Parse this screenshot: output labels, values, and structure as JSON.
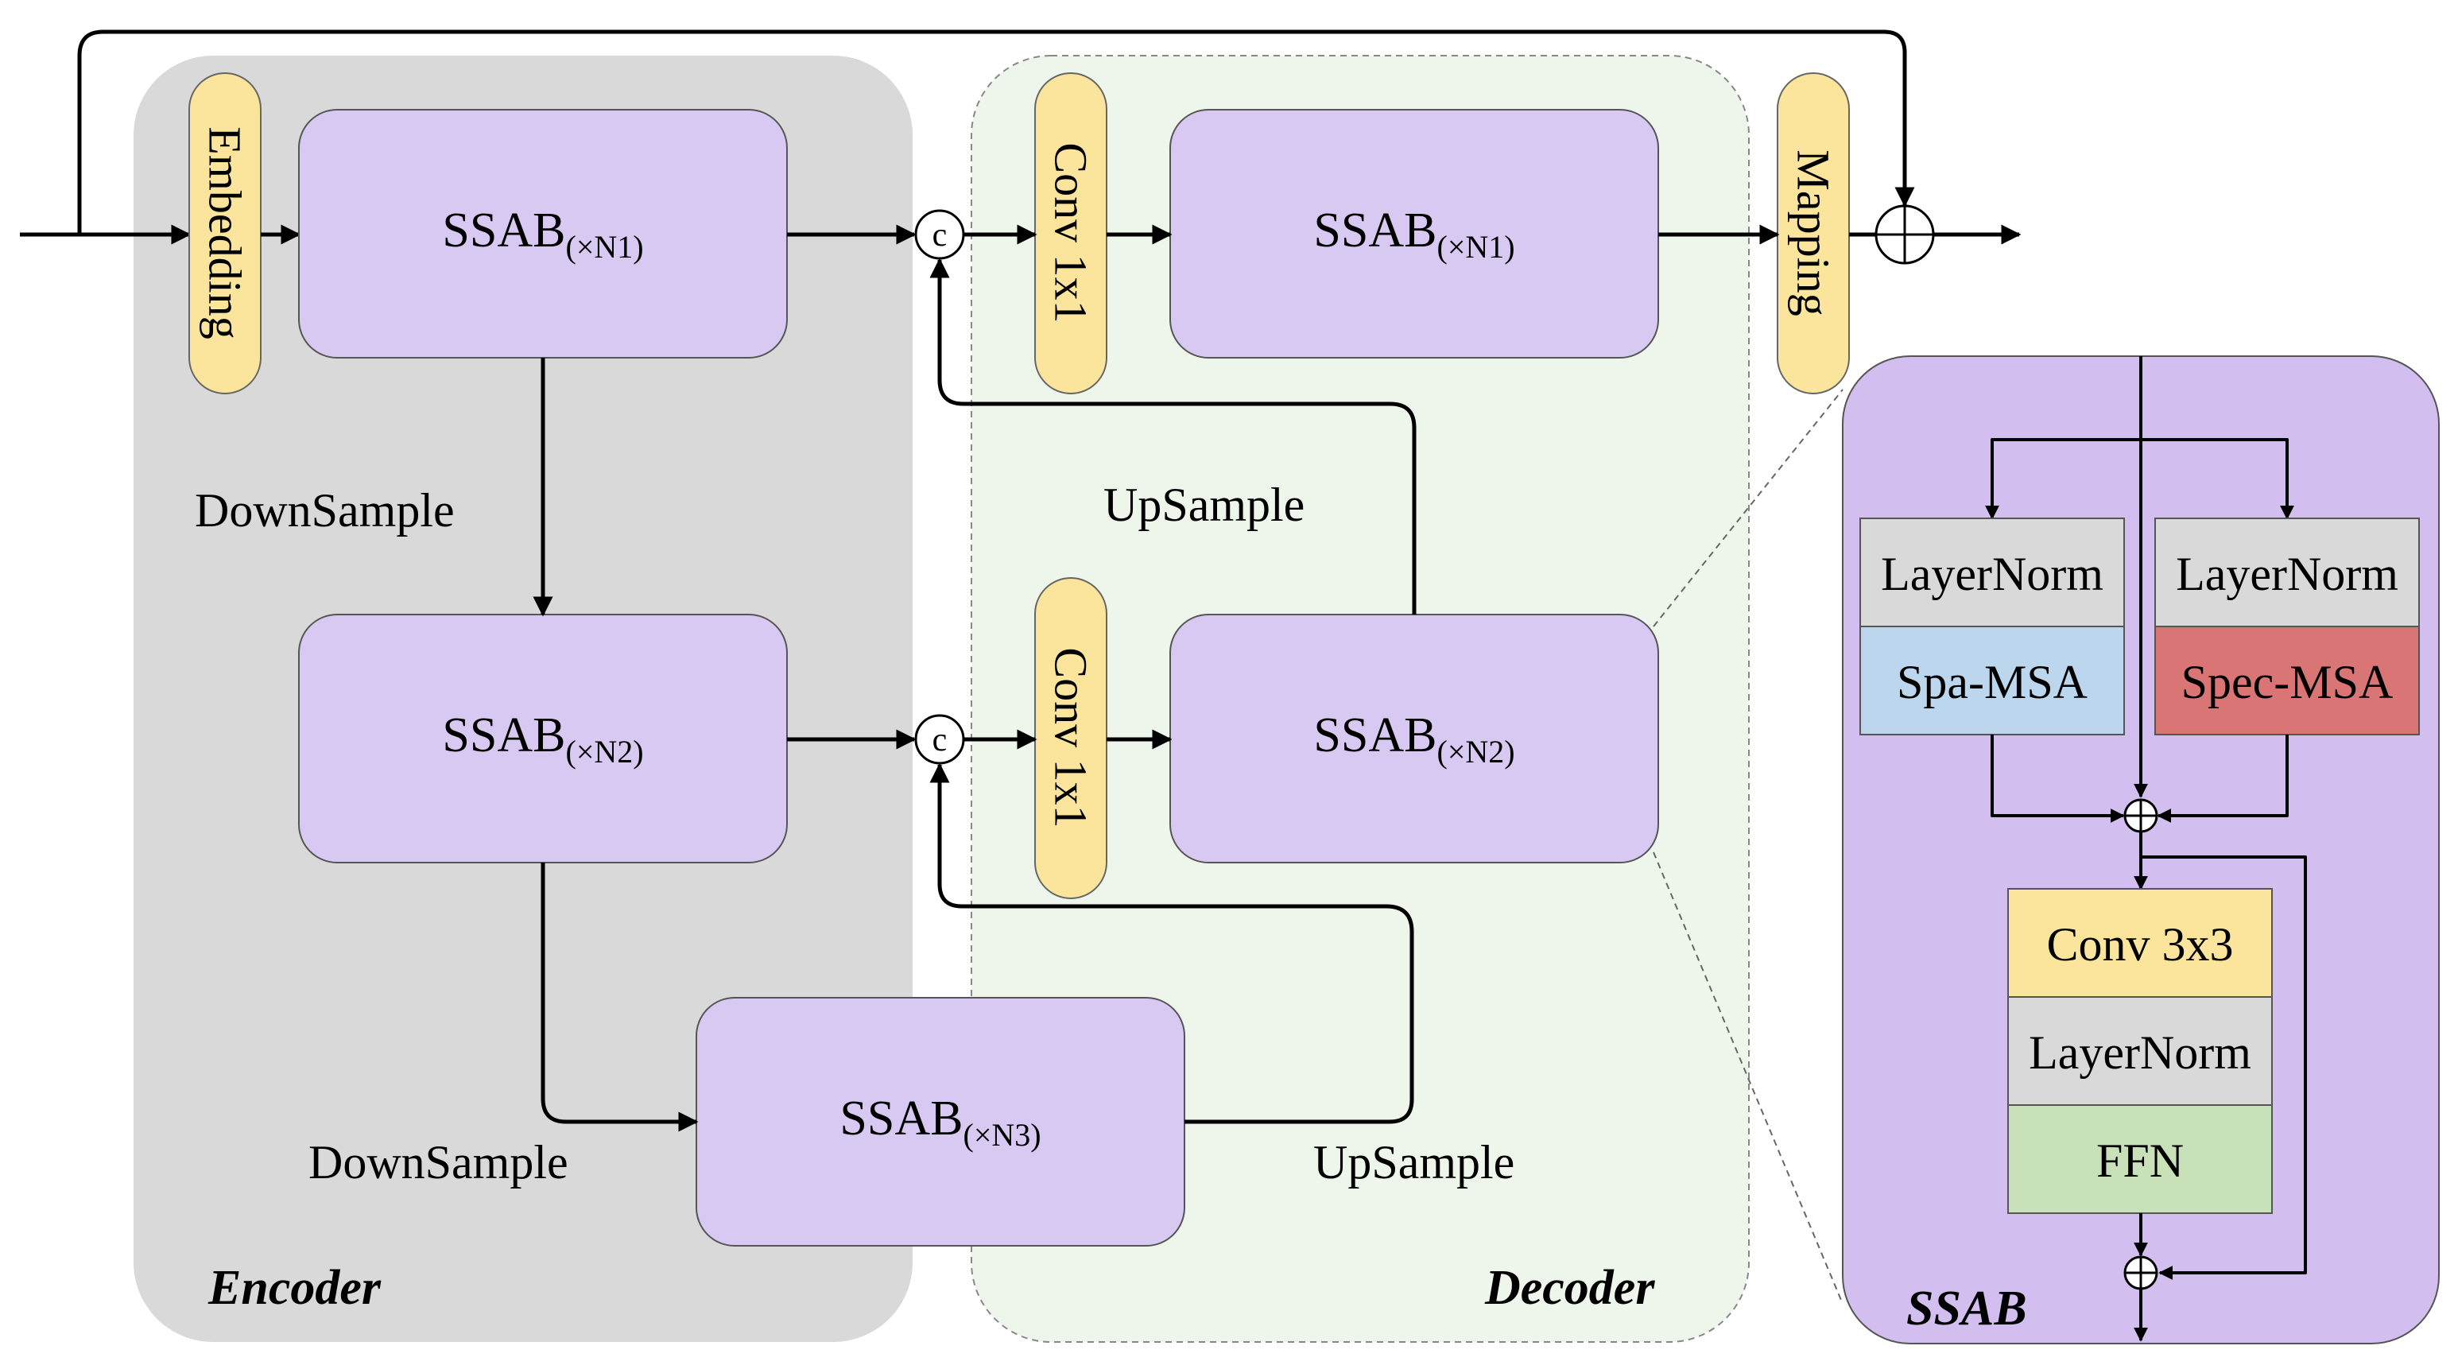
{
  "colors": {
    "encoder_bg": "#d9d9d9",
    "decoder_bg": "#eef5ea",
    "ssab_fill": "#d8c9f2",
    "ssab_panel": "#d2bff0",
    "pill_fill": "#fbe49b",
    "layernorm_fill": "#d9d9d9",
    "spa_msa_fill": "#bcd6ee",
    "spec_msa_fill": "#d97575",
    "conv_fill": "#fbe49b",
    "ffn_fill": "#c8e1b8"
  },
  "sections": {
    "encoder": "Encoder",
    "decoder": "Decoder",
    "ssab_detail": "SSAB"
  },
  "pills": {
    "embedding": "Embedding",
    "conv_top": "Conv 1x1",
    "conv_mid": "Conv 1x1",
    "mapping": "Mapping"
  },
  "blocks": {
    "enc1": {
      "main": "SSAB",
      "sub": "(×N1)"
    },
    "enc2": {
      "main": "SSAB",
      "sub": "(×N2)"
    },
    "bottleneck": {
      "main": "SSAB",
      "sub": "(×N3)"
    },
    "dec1": {
      "main": "SSAB",
      "sub": "(×N1)"
    },
    "dec2": {
      "main": "SSAB",
      "sub": "(×N2)"
    }
  },
  "concat_symbol": "c",
  "notes": {
    "downsample_top": "DownSample",
    "downsample_bottom": "DownSample",
    "upsample_top": "UpSample",
    "upsample_bottom": "UpSample"
  },
  "ssab_detail": {
    "layernorm_left": "LayerNorm",
    "layernorm_right": "LayerNorm",
    "spa_msa": "Spa-MSA",
    "spec_msa": "Spec-MSA",
    "conv": "Conv 3x3",
    "layernorm_ffn": "LayerNorm",
    "ffn": "FFN"
  }
}
